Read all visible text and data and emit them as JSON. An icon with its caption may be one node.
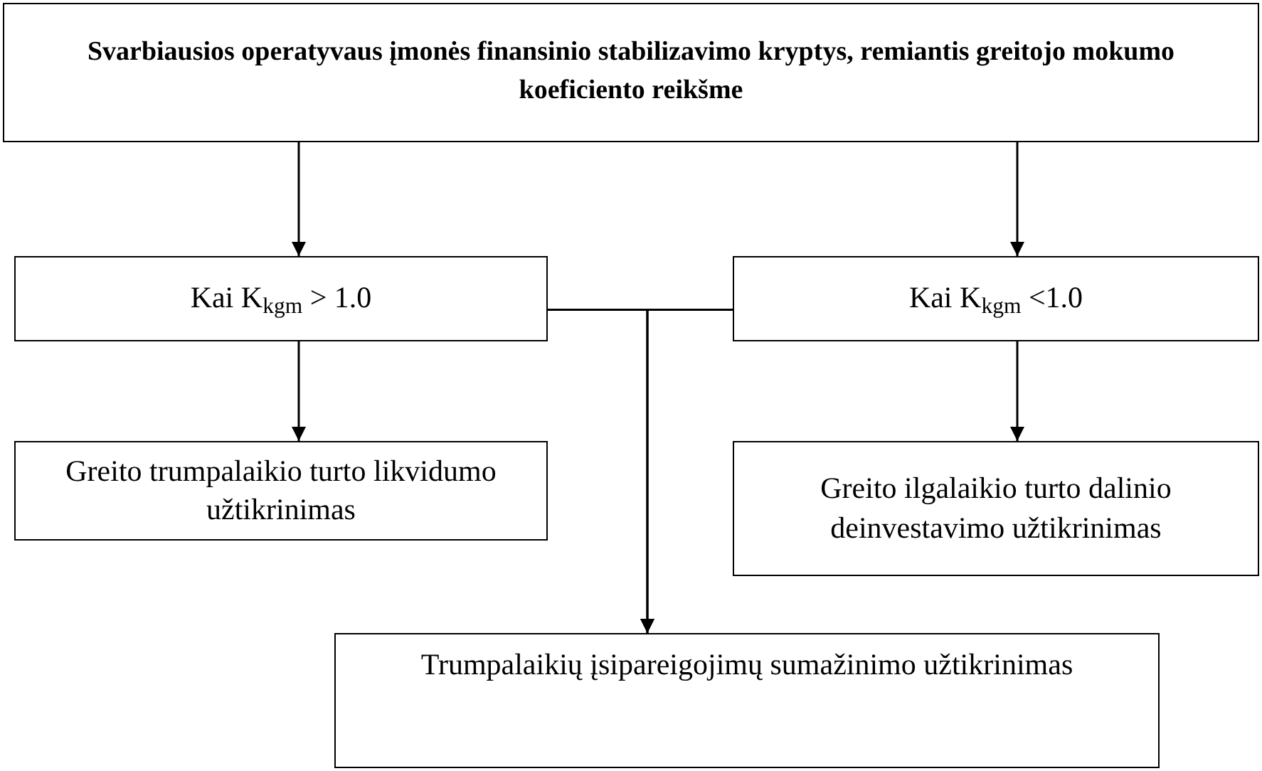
{
  "diagram": {
    "nodes": [
      {
        "text": [
          "Svarbiausios operatyvaus įmonės finansinio stabilizavimo kryptys, remiantis greitojo mokumo koeficiento reikšme"
        ]
      },
      {
        "text": [
          "Kai  K$_{kgm}$ > 1.0"
        ]
      },
      {
        "text": [
          "Kai  K$_{kgm}$ <1.0"
        ]
      },
      {
        "text": [
          "Greito trumpalaikio turto likvidumo užtikrinimas"
        ]
      },
      {
        "text": [
          "Greito ilgalaikio turto dalinio deinvestavimo užtikrinimas"
        ]
      },
      {
        "text": [
          "Trumpalaikių įsipareigojimų sumažinimo užtikrinimas"
        ]
      }
    ],
    "edges": [
      {
        "from": 0,
        "to": 1,
        "arrow": "to"
      },
      {
        "from": 0,
        "to": 2,
        "arrow": "to"
      },
      {
        "from": 1,
        "to": 3,
        "arrow": "to"
      },
      {
        "from": 2,
        "to": 4,
        "arrow": "to"
      },
      {
        "from": 1,
        "to": 5,
        "arrow": "to"
      },
      {
        "from": 2,
        "to": 5,
        "arrow": "to"
      }
    ]
  }
}
